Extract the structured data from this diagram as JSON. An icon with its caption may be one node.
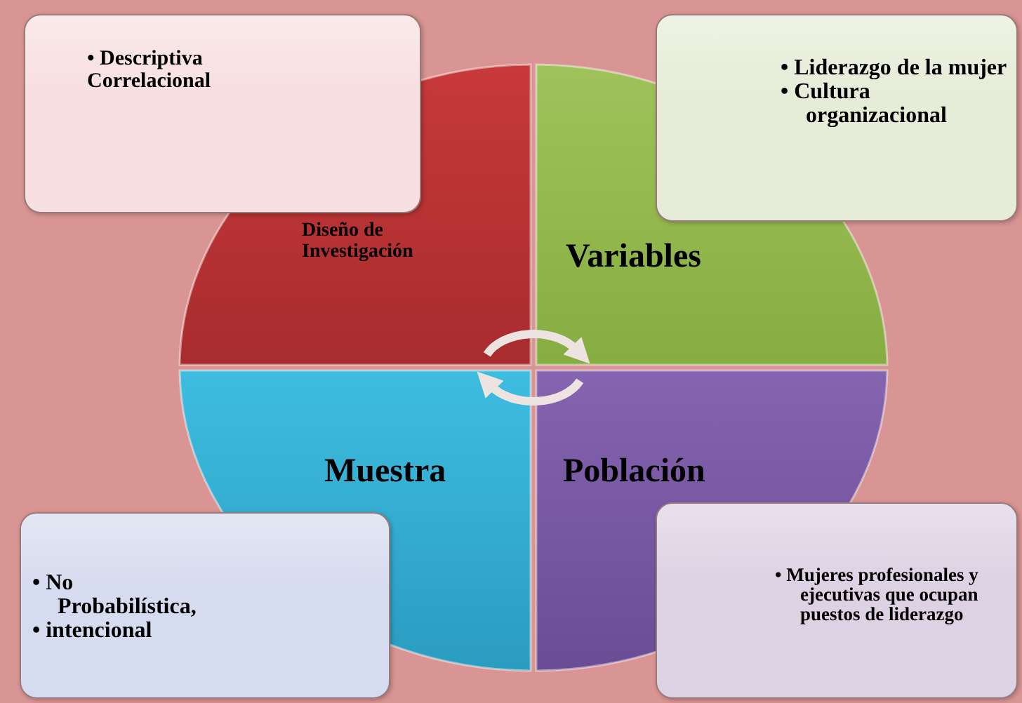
{
  "diagram": {
    "nodes": [
      {
        "text": [
          "• Descriptiva Correlacional"
        ]
      },
      {
        "text": [
          "• Liderazgo de la mujer",
          "• Cultura organizacional"
        ]
      },
      {
        "text": [
          "Diseño de Investigación"
        ]
      },
      {
        "text": [
          "Variables"
        ]
      },
      {
        "text": [
          "Muestra"
        ]
      },
      {
        "text": [
          "Población"
        ]
      },
      {
        "text": [
          "• No Probabilística,",
          "• intencional"
        ]
      },
      {
        "text": [
          "• Mujeres profesionales y ejecutivas que ocupan puestos de liderazgo"
        ]
      }
    ],
    "edges": [
      {
        "from": 2,
        "to": 3,
        "arrow": "to"
      },
      {
        "from": 5,
        "to": 4,
        "arrow": "to"
      }
    ]
  }
}
